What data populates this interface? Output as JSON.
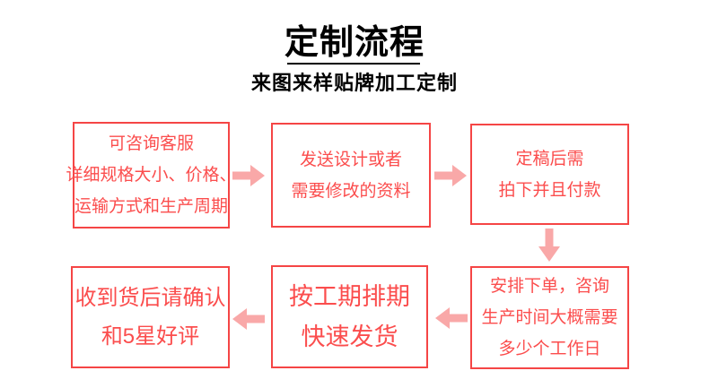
{
  "header": {
    "title": "定制流程",
    "subtitle": "来图来样贴牌加工定制"
  },
  "colors": {
    "title_text": "#000000",
    "box_border": "#f54545",
    "box_text": "#fb4d4d",
    "arrow_fill": "#f9a8a8",
    "background": "#ffffff"
  },
  "flow": {
    "steps": [
      {
        "name": "consult",
        "lines": [
          "可咨询客服",
          "详细规格大小、价格、",
          "运输方式和生产周期"
        ]
      },
      {
        "name": "send-design",
        "lines": [
          "发送设计或者",
          "需要修改的资料"
        ]
      },
      {
        "name": "confirm-pay",
        "lines": [
          "定稿后需",
          "拍下并且付款"
        ]
      },
      {
        "name": "place-order",
        "lines": [
          "安排下单，咨询",
          "生产时间大概需要",
          "多少个工作日"
        ]
      },
      {
        "name": "schedule-ship",
        "lines": [
          "按工期排期",
          "快速发货"
        ]
      },
      {
        "name": "receive-review",
        "lines": [
          "收到货后请确认",
          "和5星好评"
        ]
      }
    ]
  }
}
